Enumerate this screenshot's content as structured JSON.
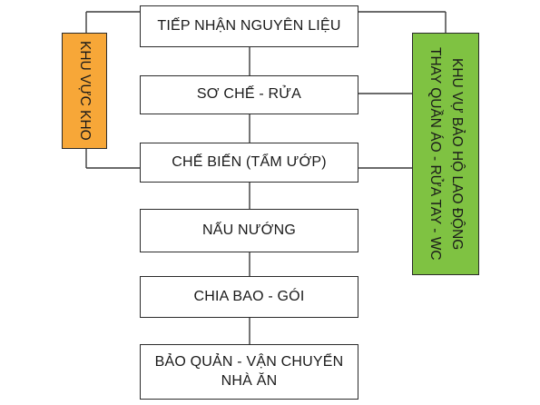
{
  "diagram": {
    "steps": [
      {
        "lines": [
          "TIẾP NHẬN NGUYÊN LIỆU"
        ]
      },
      {
        "lines": [
          "SƠ CHẾ - RỬA"
        ]
      },
      {
        "lines": [
          "CHẾ BIẾN (TẨM ƯỚP)"
        ]
      },
      {
        "lines": [
          "NẤU NƯỚNG"
        ]
      },
      {
        "lines": [
          "CHIA BAO - GÓI"
        ]
      },
      {
        "lines": [
          "BẢO QUẢN - VẬN CHUYỂN",
          "NHÀ ĂN"
        ]
      }
    ],
    "warehouse_zone": {
      "label": "KHU VỰC KHO",
      "color": "#f7a738"
    },
    "protection_zone": {
      "line1": "KHU VỰ BẢO HỘ LAO ĐỘNG",
      "line2": "THAY QUẦN ÁO - RỬA TAY - WC",
      "color": "#7fc242"
    }
  }
}
